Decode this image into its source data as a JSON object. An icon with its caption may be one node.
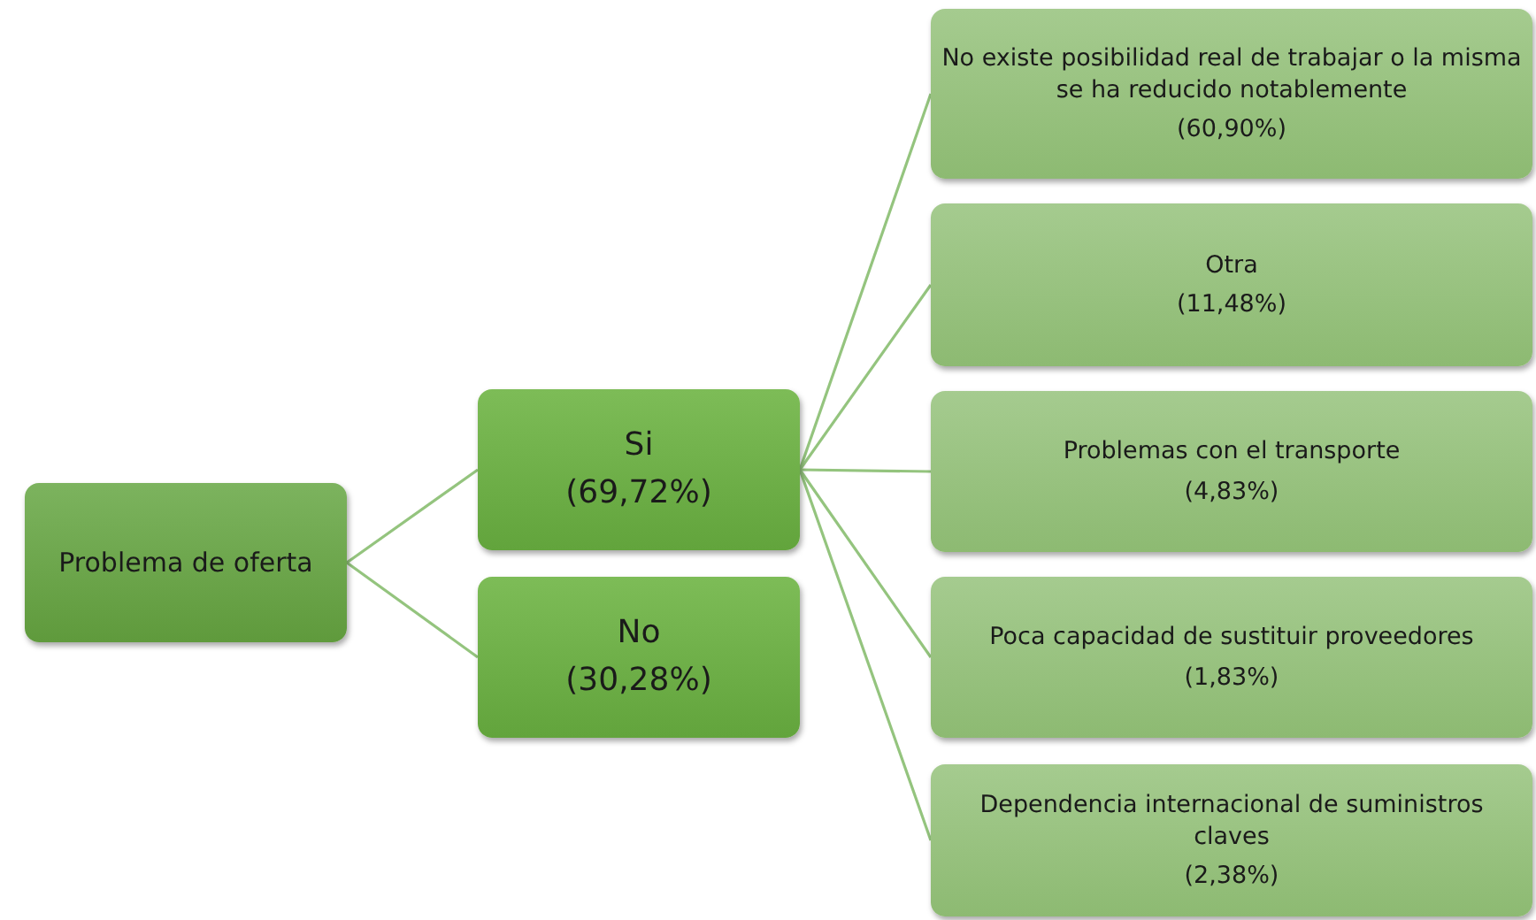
{
  "diagram": {
    "nodes": [
      {
        "text": [
          "Problema de oferta"
        ]
      },
      {
        "text": [
          "Si",
          "(69,72%)"
        ]
      },
      {
        "text": [
          "No",
          "(30,28%)"
        ]
      },
      {
        "text": [
          "No existe posibilidad real de trabajar o la misma se ha reducido notablemente",
          "(60,90%)"
        ]
      },
      {
        "text": [
          "Otra",
          "(11,48%)"
        ]
      },
      {
        "text": [
          "Problemas con el transporte",
          "(4,83%)"
        ]
      },
      {
        "text": [
          "Poca capacidad de sustituir proveedores",
          "(1,83%)"
        ]
      },
      {
        "text": [
          "Dependencia internacional de suministros claves",
          "(2,38%)"
        ]
      }
    ],
    "edges": [
      {
        "from": 0,
        "to": 1,
        "arrow": "none"
      },
      {
        "from": 0,
        "to": 2,
        "arrow": "none"
      },
      {
        "from": 1,
        "to": 3,
        "arrow": "none"
      },
      {
        "from": 1,
        "to": 4,
        "arrow": "none"
      },
      {
        "from": 1,
        "to": 5,
        "arrow": "none"
      },
      {
        "from": 1,
        "to": 6,
        "arrow": "none"
      },
      {
        "from": 1,
        "to": 7,
        "arrow": "none"
      }
    ]
  }
}
